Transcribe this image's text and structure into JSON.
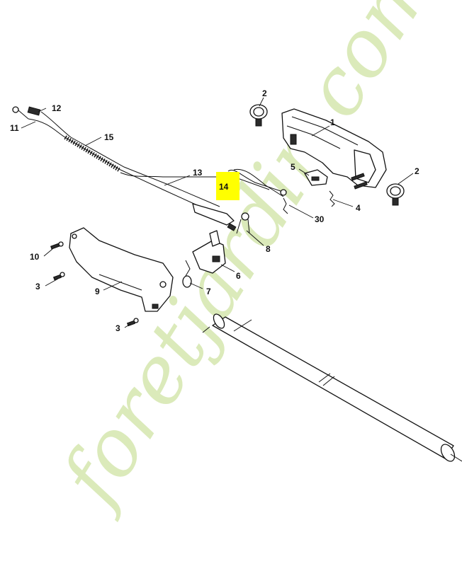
{
  "callouts": [
    {
      "id": "c1",
      "text": "1"
    },
    {
      "id": "c2a",
      "text": "2"
    },
    {
      "id": "c2b",
      "text": "2"
    },
    {
      "id": "c3a",
      "text": "3"
    },
    {
      "id": "c3b",
      "text": "3"
    },
    {
      "id": "c4",
      "text": "4"
    },
    {
      "id": "c5",
      "text": "5"
    },
    {
      "id": "c6",
      "text": "6"
    },
    {
      "id": "c7",
      "text": "7"
    },
    {
      "id": "c8",
      "text": "8"
    },
    {
      "id": "c9",
      "text": "9"
    },
    {
      "id": "c10",
      "text": "10"
    },
    {
      "id": "c11",
      "text": "11"
    },
    {
      "id": "c12",
      "text": "12"
    },
    {
      "id": "c13",
      "text": "13"
    },
    {
      "id": "c14",
      "text": "14"
    },
    {
      "id": "c15",
      "text": "15"
    },
    {
      "id": "c30",
      "text": "30"
    }
  ],
  "highlight": {
    "text": "14",
    "color": "#ffff00"
  },
  "watermark": {
    "text": "foretjardin.com",
    "color": "#cfe3a4"
  }
}
